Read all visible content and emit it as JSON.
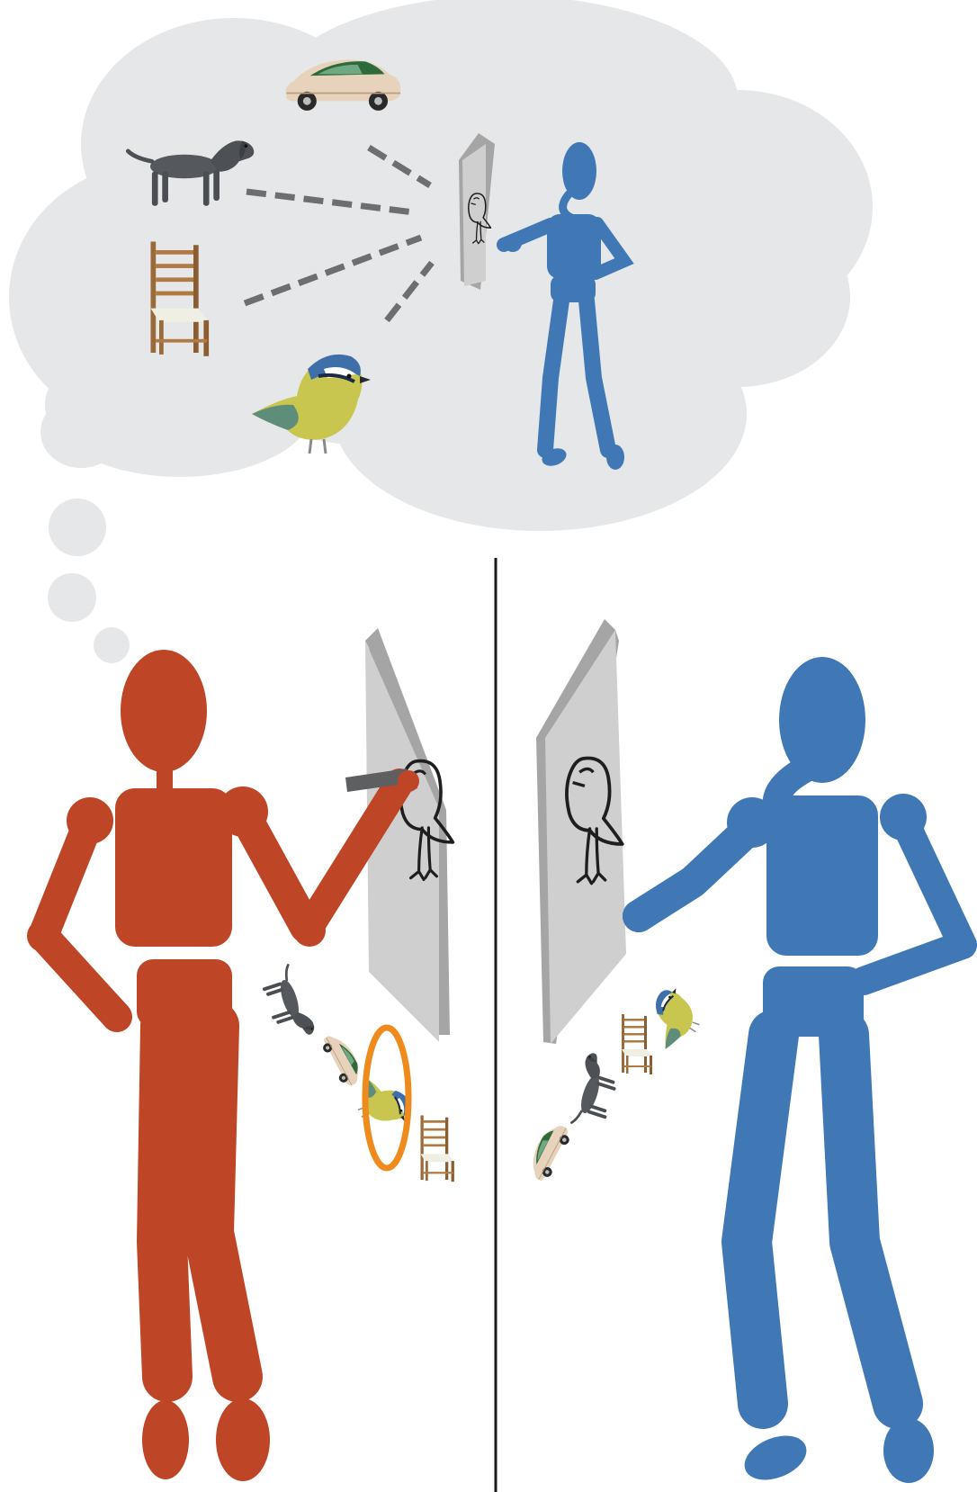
{
  "colors": {
    "background": "#ffffff",
    "thought_cloud": "#e6e7e8",
    "speaker": "#be4525",
    "listener": "#3f78b4",
    "canvas_face": "#cfcfd0",
    "canvas_edge": "#a5a5a6",
    "connector": "#6d6e70",
    "target_highlight": "#ef8a1c",
    "divider": "#1a1a1a",
    "sketch_ink": "#1e1e1e"
  },
  "scene": {
    "thought_bubble": {
      "objects": [
        "dog",
        "car",
        "chair",
        "bird"
      ],
      "imagined_listener_icon": "blue-mannequin-icon",
      "sketch_subject": "bird"
    },
    "speaker_panel": {
      "figure_icon": "red-mannequin-icon",
      "tool_icon": "pencil-icon",
      "context_objects": [
        "dog",
        "car",
        "bird",
        "chair"
      ],
      "target_object": "bird"
    },
    "listener_panel": {
      "figure_icon": "blue-mannequin-icon",
      "context_objects": [
        "car",
        "dog",
        "chair",
        "bird"
      ]
    }
  }
}
